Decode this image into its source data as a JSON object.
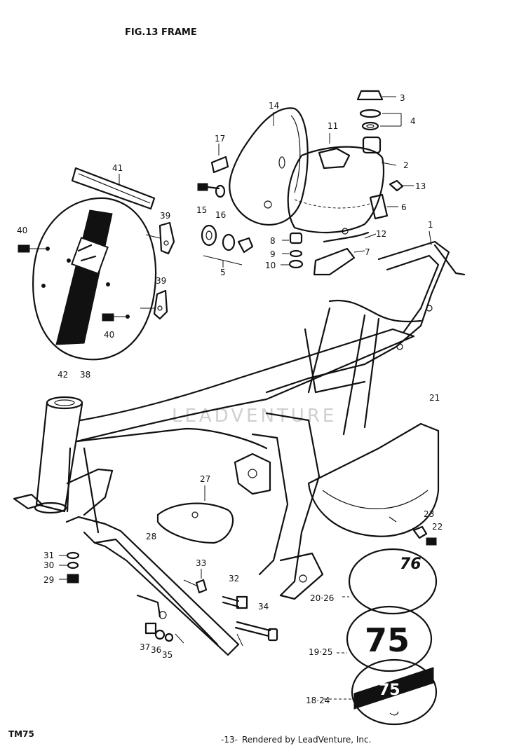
{
  "title": "FIG.13 FRAME",
  "footer": {
    "model": "TM75",
    "page": "-13-",
    "credit": "Rendered by LeadVenture, Inc."
  },
  "watermark": "LEADVENTURE",
  "number_plate_75": "75",
  "number_plate_76": "76",
  "callouts": [
    "1",
    "2",
    "3",
    "4",
    "5",
    "6",
    "7",
    "8",
    "9",
    "10",
    "11",
    "12",
    "13",
    "14",
    "15",
    "16",
    "17",
    "21",
    "22",
    "23",
    "27",
    "28",
    "29",
    "30",
    "31",
    "32",
    "33",
    "34",
    "35",
    "36",
    "37",
    "38",
    "39",
    "39",
    "40",
    "40",
    "41",
    "42",
    "18·24",
    "19·25",
    "20·26"
  ]
}
